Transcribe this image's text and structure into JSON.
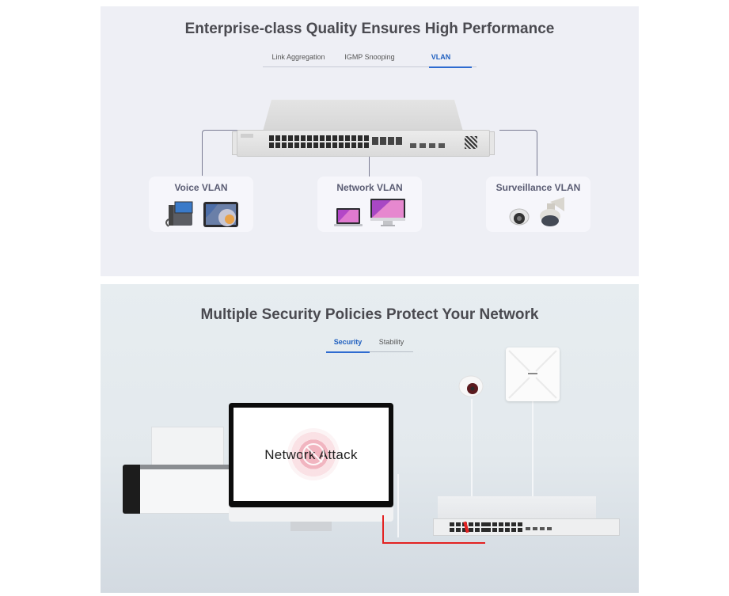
{
  "section1": {
    "title": "Enterprise-class Quality Ensures High Performance",
    "tabs": [
      {
        "label": "Link Aggregation",
        "active": false
      },
      {
        "label": "IGMP Snooping",
        "active": false
      },
      {
        "label": "VLAN",
        "active": true
      }
    ],
    "vlans": [
      {
        "label": "Voice VLAN",
        "devices": [
          "ip-phone-icon",
          "tablet-icon"
        ]
      },
      {
        "label": "Network VLAN",
        "devices": [
          "laptop-icon",
          "desktop-monitor-icon"
        ]
      },
      {
        "label": "Surveillance VLAN",
        "devices": [
          "dome-camera-icon",
          "ptz-camera-icon"
        ]
      }
    ]
  },
  "section2": {
    "title": "Multiple Security Policies Protect Your Network",
    "tabs": [
      {
        "label": "Security",
        "active": true
      },
      {
        "label": "Stability",
        "active": false
      }
    ],
    "monitor_text": "Network Attack"
  },
  "colors": {
    "accent": "#1f5fbf",
    "section1_bg": "#eeeff5",
    "connector": "#7a7c93",
    "attack_cable": "#e32222"
  }
}
